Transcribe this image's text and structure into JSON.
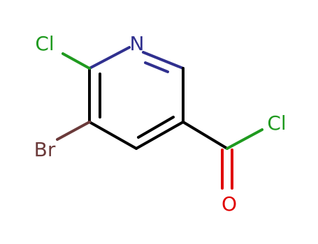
{
  "molecule": {
    "atoms": {
      "nitrogen": {
        "symbol": "N",
        "color": "#30308f"
      },
      "chlorine_ring": {
        "symbol": "Cl",
        "color": "#1f9a1f"
      },
      "bromine": {
        "symbol": "Br",
        "color": "#6b3a3a"
      },
      "chlorine_acyl": {
        "symbol": "Cl",
        "color": "#1f9a1f"
      },
      "oxygen": {
        "symbol": "O",
        "color": "#e00000"
      }
    },
    "bond_color": "#000000"
  }
}
